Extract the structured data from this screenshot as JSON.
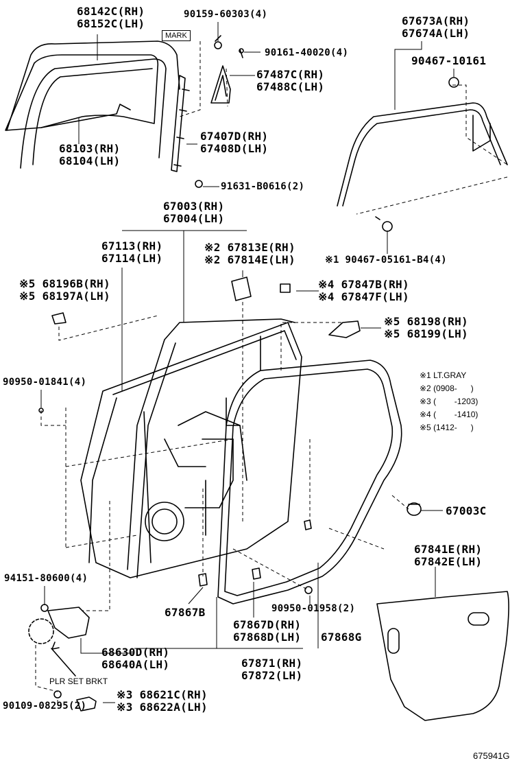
{
  "labels": {
    "glass_run_upper": [
      "68142C(RH)",
      "68152C(LH)"
    ],
    "screw_top": [
      "90159-60303(4)"
    ],
    "mark_label": "MARK",
    "screw_small": [
      "90161-40020(4)"
    ],
    "corner_piece": [
      "67487C(RH)",
      "67488C(LH)"
    ],
    "weatherstrip_upper": [
      "67673A(RH)",
      "67674A(LH)"
    ],
    "clip_upper_right": [
      "90467-10161"
    ],
    "door_glass": [
      "68103(RH)",
      "68104(LH)"
    ],
    "channel_strip": [
      "67407D(RH)",
      "67408D(LH)"
    ],
    "bolt_channel": [
      "91631-B0616(2)"
    ],
    "door_panel": [
      "67003(RH)",
      "67004(LH)"
    ],
    "outer_panel": [
      "67113(RH)",
      "67114(LH)"
    ],
    "pad_813": [
      "※2 67813E(RH)",
      "※2 67814E(LH)"
    ],
    "clip_rear": [
      "※1 90467-05161-B4(4)"
    ],
    "clip_196": [
      "※5 68196B(RH)",
      "※5 68197A(LH)"
    ],
    "pad_847": [
      "※4 67847B(RH)",
      "※4 67847F(LH)"
    ],
    "bracket_198": [
      "※5 68198(RH)",
      "※5 68199(LH)"
    ],
    "plug_841": [
      "90950-01841(4)"
    ],
    "grommet": [
      "67003C"
    ],
    "cover_841": [
      "67841E(RH)",
      "67842E(LH)"
    ],
    "bolt_hinge": [
      "94151-80600(4)"
    ],
    "clip_867b": [
      "67867B"
    ],
    "plug_958": [
      "90950-01958(2)"
    ],
    "weather_867": [
      "67867D(RH)",
      "67868D(LH)"
    ],
    "weather_868g": [
      "67868G"
    ],
    "hinge": [
      "68630D(RH)",
      "68640A(LH)"
    ],
    "weather_871": [
      "67871(RH)",
      "67872(LH)"
    ],
    "plr_label": "PLR SET BRKT",
    "stopper": [
      "※3 68621C(RH)",
      "※3 68622A(LH)"
    ],
    "bolt_bottom": [
      "90109-08295(2)"
    ]
  },
  "legend": [
    "※1 LT.GRAY",
    "※2 (0908-      )",
    "※3 (        -1203)",
    "※4 (        -1410)",
    "※5 (1412-      )"
  ],
  "footer_code": "675941G"
}
